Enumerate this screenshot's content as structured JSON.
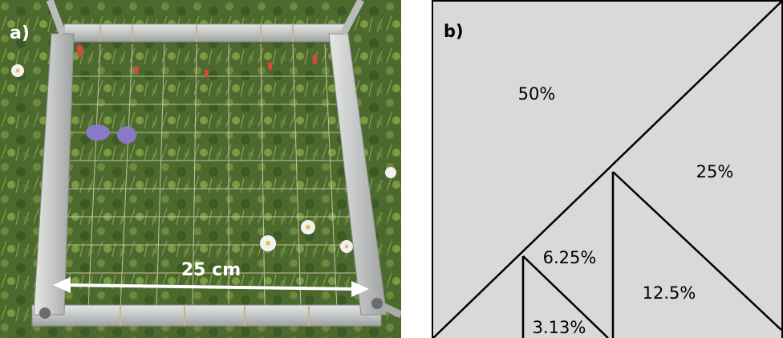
{
  "panel_a": {
    "label": "a)",
    "scale_label": "25 cm"
  },
  "panel_b": {
    "label": "b)",
    "regions": [
      "50%",
      "25%",
      "12.5%",
      "6.25%",
      "3.13%"
    ],
    "fill_color": "#d9d9d9",
    "line_color": "#000000"
  }
}
